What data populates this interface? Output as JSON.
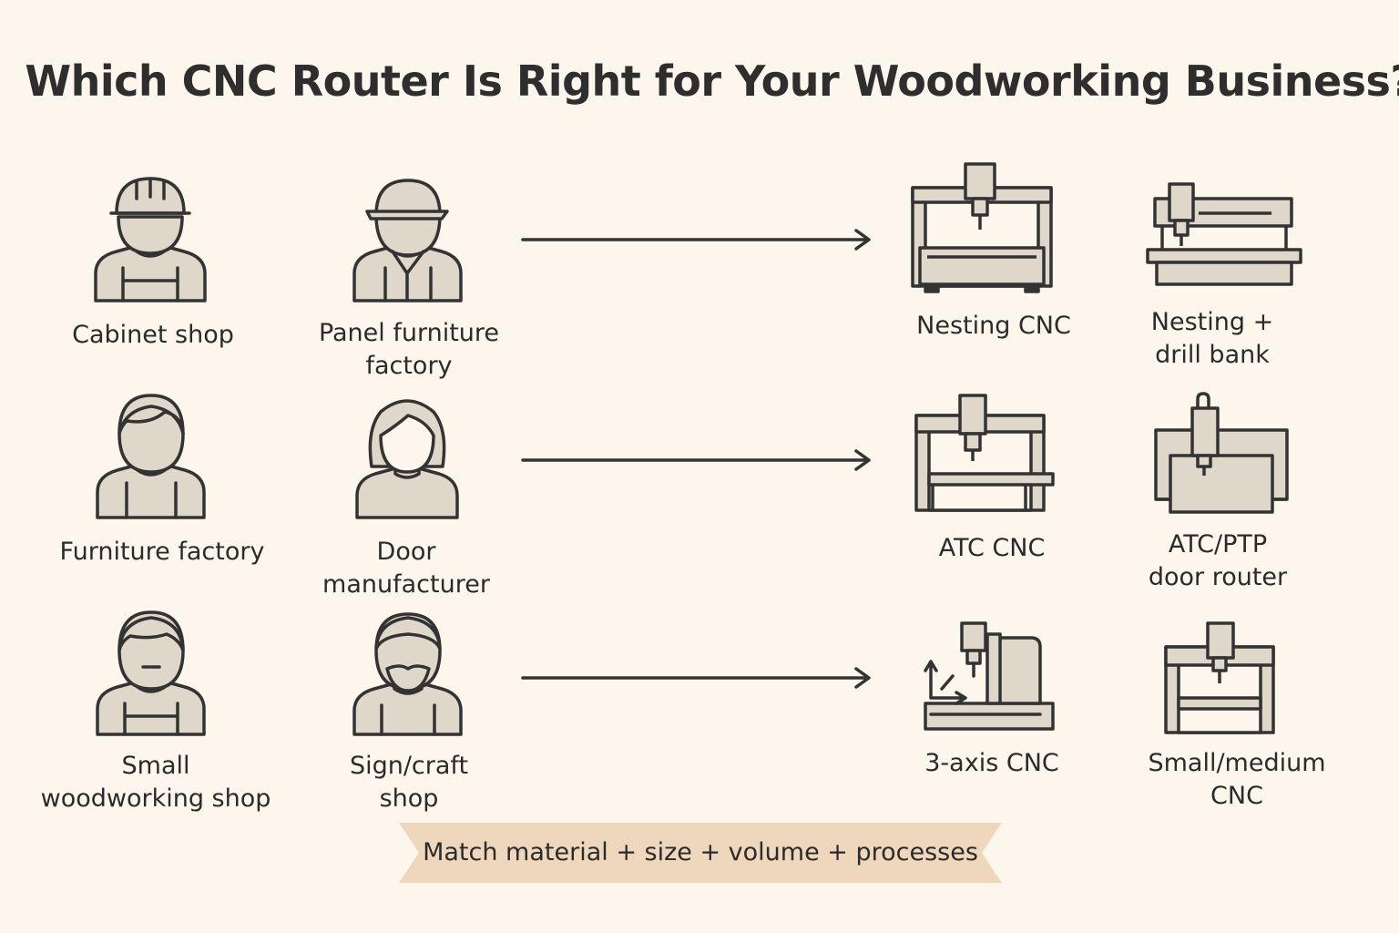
{
  "title": "Which CNC Router Is Right for Your Woodworking Business?",
  "colors": {
    "background": "#fcf6ec",
    "fill": "#e0d7cb",
    "stroke": "#333333",
    "banner": "#efd7bd"
  },
  "rows": [
    {
      "businesses": [
        "Cabinet shop",
        "Panel furniture\nfactory"
      ],
      "machines": [
        "Nesting CNC",
        "Nesting +\ndrill bank"
      ]
    },
    {
      "businesses": [
        "Furniture factory",
        "Door\nmanufacturer"
      ],
      "machines": [
        "ATC CNC",
        "ATC/PTP\ndoor router"
      ]
    },
    {
      "businesses": [
        "Small\nwoodworking shop",
        "Sign/craft\nshop"
      ],
      "machines": [
        "3-axis CNC",
        "Small/medium\nCNC"
      ]
    }
  ],
  "icons": {
    "people": [
      "hard-hat-worker-icon",
      "cap-worker-icon",
      "man-icon",
      "woman-icon",
      "apron-man-icon",
      "bearded-man-icon"
    ],
    "machines": [
      "nesting-cnc-icon",
      "drill-bank-cnc-icon",
      "atc-cnc-icon",
      "door-router-icon",
      "three-axis-cnc-icon",
      "small-cnc-icon"
    ]
  },
  "banner": "Match material + size + volume + processes"
}
